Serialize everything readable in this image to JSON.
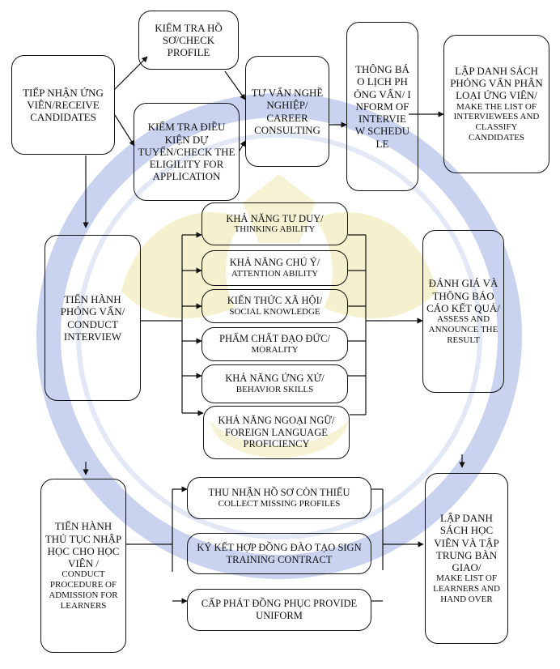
{
  "colors": {
    "line": "#111111",
    "watermark_blue": "#c9d3ef",
    "watermark_gold": "#f2eec2"
  },
  "nodes": {
    "receive": {
      "text": "TIẾP NHẬN ỨNG VIÊN/RECEIVE CANDIDATES"
    },
    "check_profile": {
      "text": "KIỂM TRA HỒ SƠ/CHECK PROFILE"
    },
    "check_eligibility": {
      "text": "KIỂM TRA ĐIỀU KIỆN DỰ TUYỂN/CHECK THE ELIGILITY FOR APPLICATION"
    },
    "consulting": {
      "text": "TƯ VẤN NGHỀ NGHIỆP/ CAREER CONSULTING"
    },
    "schedule": {
      "text": "THÔNG BÁO LỊCH PHỎNG VẤN/ INFORM OF INTERVIEW SCHEDULE"
    },
    "list_interviewees": {
      "vn": "LẬP DANH SÁCH PHỎNG VẤN PHÂN LOẠI ỨNG VIÊN/",
      "en": "MAKE THE LIST OF INTERVIEWEES AND CLASSIFY CANDIDATES"
    },
    "interview": {
      "text": "TIẾN HÀNH PHỎNG VẤN/ CONDUCT INTERVIEW"
    },
    "thinking": {
      "vn": "KHẢ NĂNG TƯ DUY/",
      "en": "THINKING ABILITY"
    },
    "attention": {
      "vn": "KHẢ NĂNG CHÚ Ý/",
      "en": "ATTENTION ABILITY"
    },
    "social": {
      "vn": "KIẾN THỨC XÃ HỘI/",
      "en": "SOCIAL KNOWLEDGE"
    },
    "morality": {
      "vn": "PHẨM CHẤT ĐẠO ĐỨC/",
      "en": "MORALITY"
    },
    "behavior": {
      "vn": "KHẢ NĂNG ỨNG XỬ/",
      "en": "BEHAVIOR SKILLS"
    },
    "language": {
      "text": "KHẢ NĂNG NGOẠI NGỮ/ FOREIGN LANGUAGE PROFICIENCY"
    },
    "assess": {
      "vn": "ĐÁNH GIÁ VÀ THÔNG BÁO CÁO KẾT QUẢ/",
      "en": "ASSESS AND ANNOUNCE THE RESULT"
    },
    "admission": {
      "vn": "TIẾN HÀNH THỦ TỤC NHẬP HỌC CHO HỌC VIÊN /",
      "en": "CONDUCT PROCEDURE OF ADMISSION FOR LEARNERS"
    },
    "missing": {
      "vn": "THU NHẬN HỒ SƠ CÒN THIẾU",
      "en": "COLLECT MISSING PROFILES"
    },
    "contract": {
      "text": "KÝ KẾT HỢP ĐỒNG ĐÀO TẠO SIGN TRAINING CONTRACT"
    },
    "uniform": {
      "text": "CẤP PHÁT ĐỒNG PHỤC PROVIDE UNIFORM"
    },
    "handover": {
      "vn": "LẬP DANH SÁCH HỌC VIÊN VÀ TẬP TRUNG BÀN GIAO/",
      "en": "MAKE LIST OF LEARNERS AND HAND OVER"
    }
  }
}
